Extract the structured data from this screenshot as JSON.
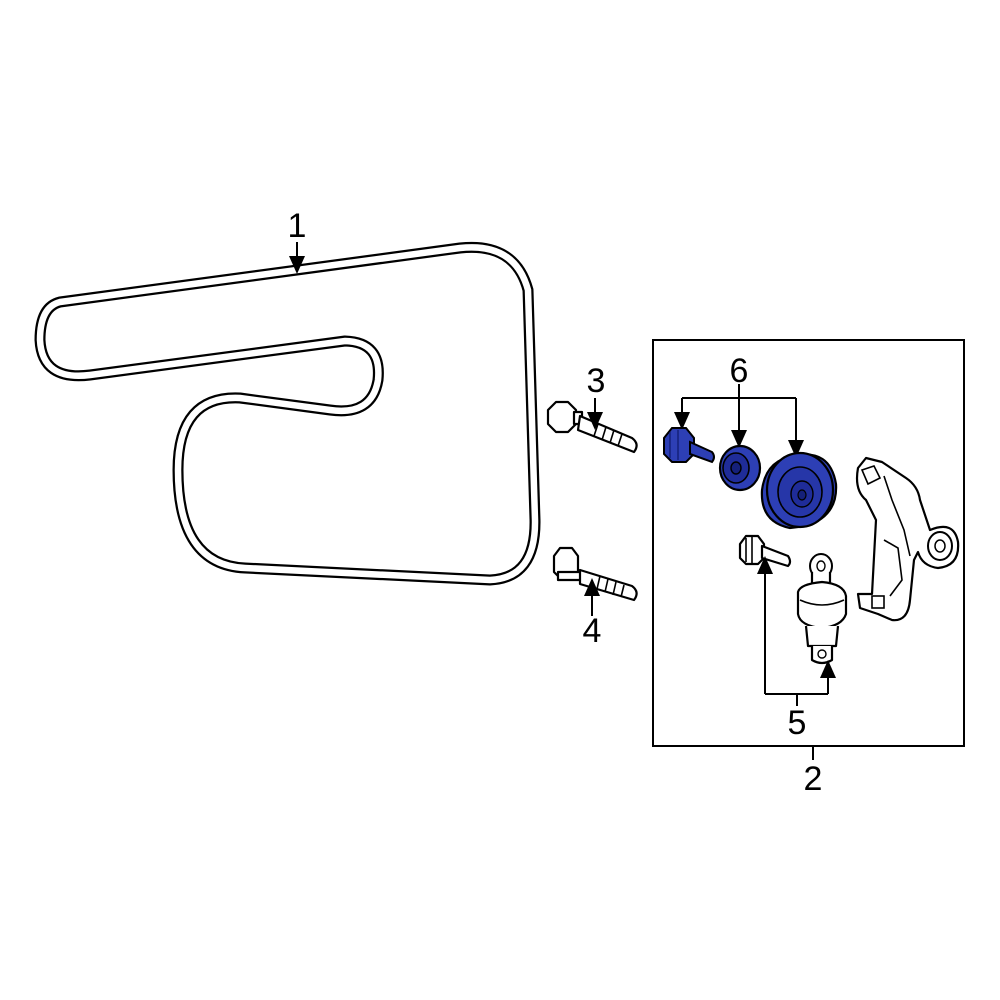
{
  "callouts": {
    "belt": "1",
    "tensioner_assembly": "2",
    "bolt_upper": "3",
    "bolt_lower": "4",
    "tensioner_fasteners": "5",
    "pulley_parts": "6"
  },
  "colors": {
    "highlight": "#2d3fb5",
    "highlight_dark": "#15207a",
    "outline": "#000000"
  }
}
